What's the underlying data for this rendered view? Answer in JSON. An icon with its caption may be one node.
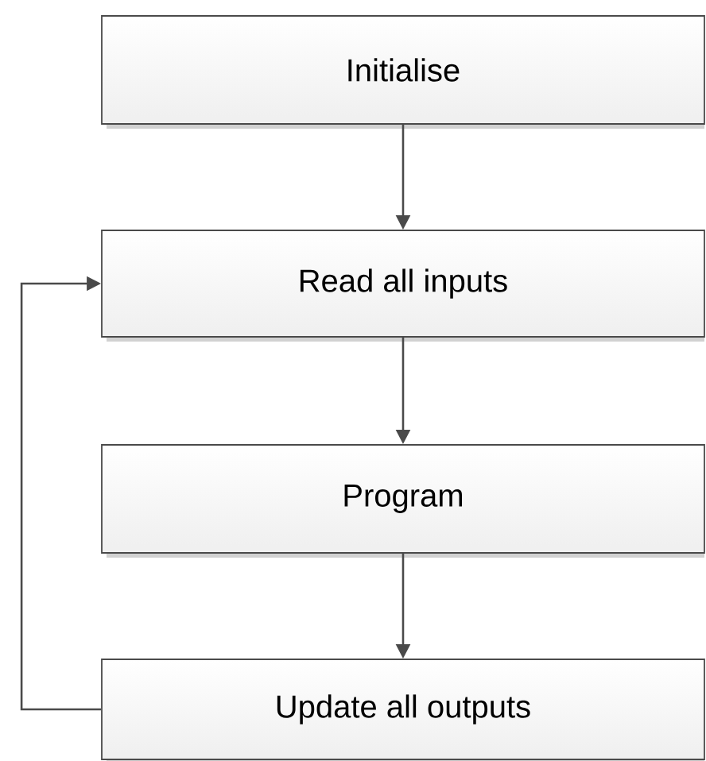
{
  "diagram": {
    "nodes": [
      {
        "text": [
          "Initialise"
        ]
      },
      {
        "text": [
          "Read all inputs"
        ]
      },
      {
        "text": [
          "Program"
        ]
      },
      {
        "text": [
          "Update all outputs"
        ]
      }
    ],
    "edges": [
      {
        "from": 0,
        "to": 1,
        "arrow": "to"
      },
      {
        "from": 1,
        "to": 2,
        "arrow": "to"
      },
      {
        "from": 2,
        "to": 3,
        "arrow": "to"
      },
      {
        "from": 3,
        "to": 1,
        "arrow": "to"
      }
    ]
  }
}
